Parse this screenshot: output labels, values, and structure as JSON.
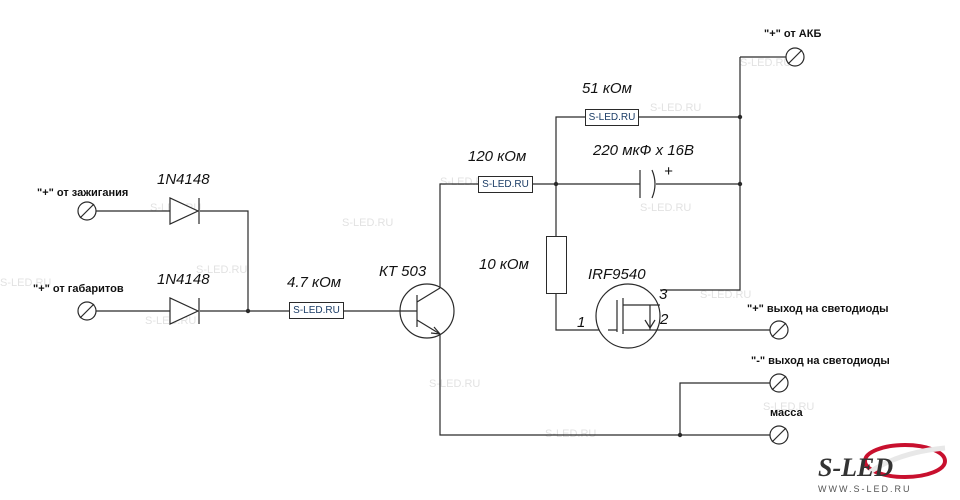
{
  "labels": {
    "plus_ignition": "\"+\" от зажигания",
    "plus_parking": "\"+\" от габаритов",
    "plus_battery": "\"+\" от АКБ",
    "plus_out": "\"+\" выход на светодиоды",
    "minus_out": "\"-\" выход на светодиоды",
    "ground": "масса"
  },
  "components": {
    "diode1": "1N4148",
    "diode2": "1N4148",
    "r_base": "4.7 кОм",
    "transistor": "КТ 503",
    "r_collector": "120 кОм",
    "r_top": "51 кОм",
    "capacitor": "220 мкФ х 16В",
    "cap_plus": "+",
    "r_gate": "10 кОм",
    "mosfet": "IRF9540",
    "pin1": "1",
    "pin2": "2",
    "pin3": "3"
  },
  "resistor_box_text": "S-LED.RU",
  "logo": {
    "name": "S-LED",
    "url": "WWW.S-LED.RU",
    "accent": "#c8102e"
  }
}
